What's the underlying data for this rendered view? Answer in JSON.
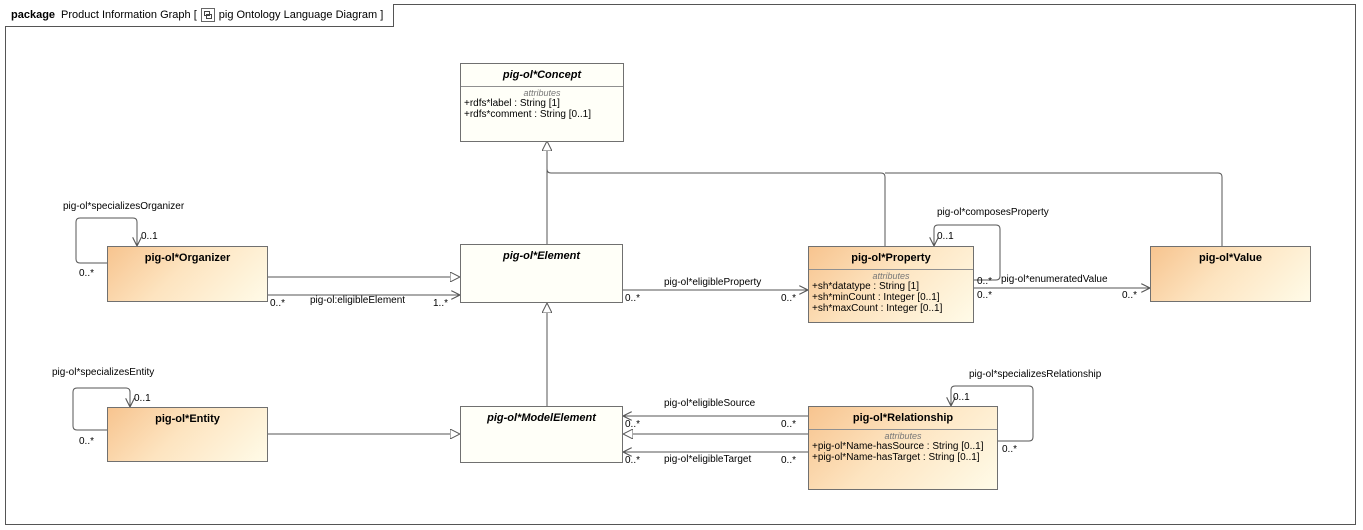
{
  "frame": {
    "keyword": "package",
    "title_prefix": "Product Information Graph [",
    "diagram_name": "pig Ontology Language Diagram ]"
  },
  "classes": {
    "concept": {
      "name": "pig-ol*Concept",
      "compartment": "attributes",
      "attrs": [
        "+rdfs*label : String [1]",
        "+rdfs*comment : String [0..1]"
      ]
    },
    "organizer": {
      "name": "pig-ol*Organizer"
    },
    "element": {
      "name": "pig-ol*Element"
    },
    "property": {
      "name": "pig-ol*Property",
      "compartment": "attributes",
      "attrs": [
        "+sh*datatype : String [1]",
        "+sh*minCount : Integer [0..1]",
        "+sh*maxCount : Integer [0..1]"
      ]
    },
    "value": {
      "name": "pig-ol*Value"
    },
    "entity": {
      "name": "pig-ol*Entity"
    },
    "model_element": {
      "name": "pig-ol*ModelElement"
    },
    "relationship": {
      "name": "pig-ol*Relationship",
      "compartment": "attributes",
      "attrs": [
        "+pig-ol*Name-hasSource : String [0..1]",
        "+pig-ol*Name-hasTarget : String [0..1]"
      ]
    }
  },
  "associations": {
    "specializes_organizer": {
      "name": "pig-ol*specializesOrganizer",
      "end_target": "0..1",
      "end_source": "0..*"
    },
    "eligible_element": {
      "name": "pig-ol:eligibleElement",
      "end_source": "0..*",
      "end_target": "1..*"
    },
    "eligible_property": {
      "name": "pig-ol*eligibleProperty",
      "end_source": "0..*",
      "end_target": "0..*"
    },
    "composes_property": {
      "name": "pig-ol*composesProperty",
      "end_target": "0..1",
      "end_source": "0..*"
    },
    "enumerated_value": {
      "name": "pig-ol*enumeratedValue",
      "end_source": "0..*",
      "end_target": "0..*"
    },
    "specializes_entity": {
      "name": "pig-ol*specializesEntity",
      "end_target": "0..1",
      "end_source": "0..*"
    },
    "eligible_source": {
      "name": "pig-ol*eligibleSource",
      "end_source": "0..*",
      "end_target": "0..*"
    },
    "eligible_target": {
      "name": "pig-ol*eligibleTarget",
      "end_source": "0..*",
      "end_target": "0..*"
    },
    "specializes_relationship": {
      "name": "pig-ol*specializesRelationship",
      "end_target": "0..1",
      "end_source": "0..*"
    }
  }
}
